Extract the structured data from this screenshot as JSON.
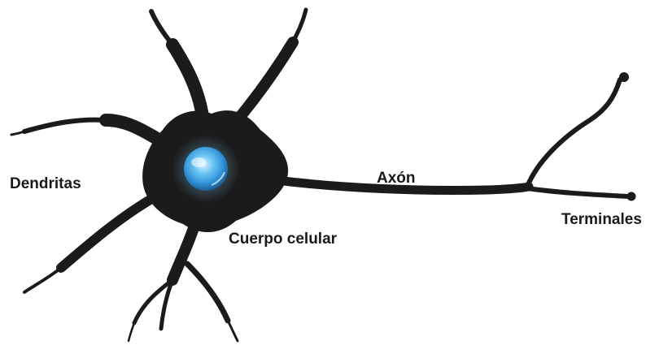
{
  "labels": {
    "dendrites": "Dendritas",
    "axon": "Axón",
    "cell_body": "Cuerpo celular",
    "terminals": "Terminales"
  },
  "colors": {
    "neuron": "#1b1b1b",
    "nucleus": "#3ba6e6",
    "label": "#1a1a1a"
  }
}
